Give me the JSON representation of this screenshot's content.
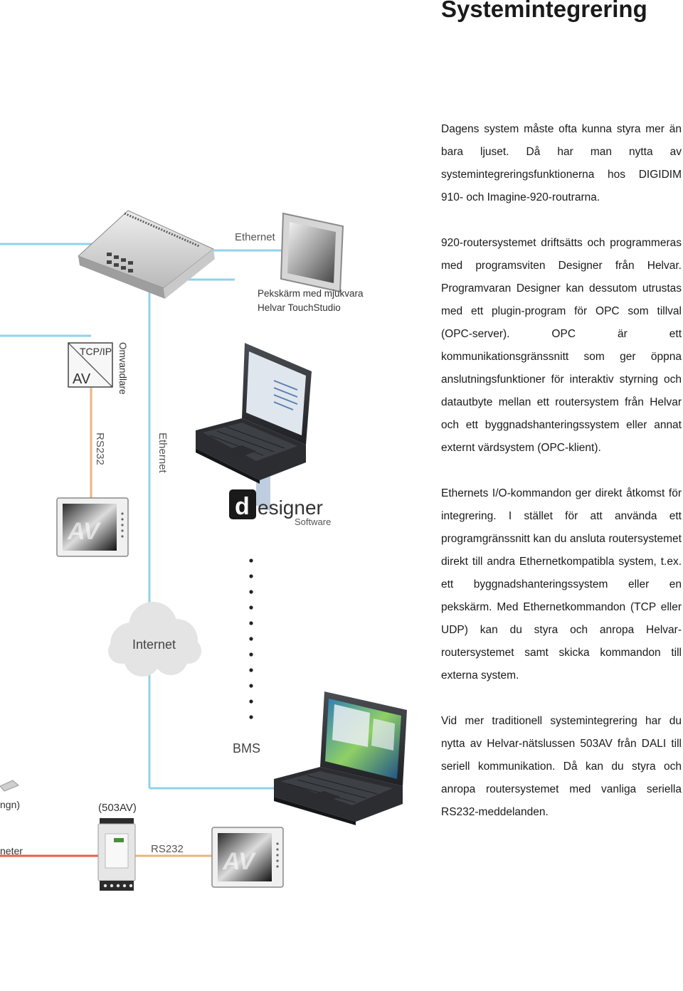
{
  "page": {
    "title": "Systemintegrering",
    "paragraphs": [
      "Dagens system måste ofta kunna styra mer än bara ljuset. Då har man nytta av systemintegreringsfunktionerna hos DIGIDIM 910- och Imagine-920-routrarna.",
      "920-routersystemet driftsätts och programmeras med programsviten Designer från Helvar. Programvaran Designer kan dessutom utrustas med ett plugin-program för OPC som tillval (OPC-server). OPC är ett kommunikationsgränssnitt som ger öppna anslutningsfunktioner för interaktiv styrning och datautbyte mellan ett routersystem från Helvar och ett byggnadshanteringssystem eller annat externt värdsystem (OPC-klient).",
      "Ethernets I/O-kommandon ger direkt åtkomst för integrering. I stället för att använda ett programgränssnitt kan du ansluta routersystemet direkt till andra Ethernetkompatibla system, t.ex. ett byggnadshanteringssystem eller en pekskärm. Med Ethernetkommandon (TCP eller UDP) kan du styra och anropa Helvar-routersystemet samt skicka kommandon till externa system.",
      "Vid mer traditionell systemintegrering har du nytta av Helvar-nätslussen 503AV från DALI till seriell kommunikation. Då kan du styra och anropa routersystemet med vanliga seriella RS232-meddelanden."
    ]
  },
  "diagram": {
    "ethernet_label_top": "Ethernet",
    "touchscreen_caption_line1": "Pekskärm med mjukvara",
    "touchscreen_caption_line2": "Helvar TouchStudio",
    "converter_tcpip": "TCP/IP",
    "converter_av": "AV",
    "converter_label": "Omvandlare",
    "rs232_vertical": "RS232",
    "ethernet_vertical": "Ethernet",
    "av_panel_text": "AV",
    "designer_logo_letter": "d",
    "designer_logo_word": "esigner",
    "designer_logo_sub": "Software",
    "internet_label": "Internet",
    "bms_label": "BMS",
    "gateway_label": "(503AV)",
    "rs232_bottom": "RS232",
    "left_cut_label1": "ngn)",
    "left_cut_label2": "neter",
    "colors": {
      "ethernet_line": "#8fd3ea",
      "rs232_line": "#e8b57c",
      "dali_line": "#e5624a"
    }
  }
}
